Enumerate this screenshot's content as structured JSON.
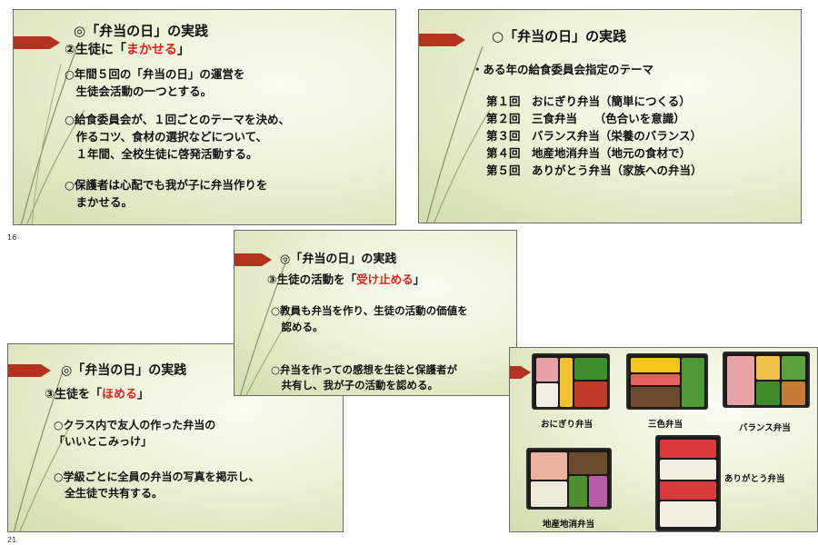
{
  "slide1": {
    "title": "◎「弁当の日」の実践",
    "subtitle_pre": "②生徒に「",
    "subtitle_em": "まかせる",
    "subtitle_post": "」",
    "lines": [
      "○年間５回の「弁当の日」の運営を",
      "　生徒会活動の一つとする。",
      "○給食委員会が、１回ごとのテーマを決め、",
      "　作るコツ、食材の選択などについて、",
      "　１年間、全校生徒に啓発活動する。",
      "○保護者は心配でも我が子に弁当作りを",
      "　まかせる。"
    ]
  },
  "page_num_1": "16",
  "slide2": {
    "title": "○「弁当の日」の実践",
    "intro": "・ある年の給食委員会指定のテーマ",
    "rounds": [
      "第１回　おにぎり弁当（簡単につくる）",
      "第２回　三食弁当　　（色合いを意識）",
      "第３回　バランス弁当（栄養のバランス）",
      "第４回　地産地消弁当（地元の食材で）",
      "第５回　ありがとう弁当（家族への弁当）"
    ]
  },
  "slide3": {
    "title": "◎「弁当の日」の実践",
    "subtitle_pre": "③生徒の活動を「",
    "subtitle_em": "受け止める",
    "subtitle_post": "」",
    "lines": [
      "○教員も弁当を作り、生徒の活動の価値を",
      "　認める。",
      "○弁当を作っての感想を生徒と保護者が",
      "　共有し、我が子の活動を認める。"
    ]
  },
  "slide4": {
    "title": "◎「弁当の日」の実践",
    "subtitle_pre": "③生徒を「",
    "subtitle_em": "ほめる",
    "subtitle_post": "」",
    "lines": [
      "○クラス内で友人の作った弁当の",
      "「いいとこみっけ」",
      "○学級ごとに全員の弁当の写真を掲示し、",
      "　全生徒で共有する。"
    ]
  },
  "page_num_2": "21",
  "slide5": {
    "labels": [
      "おにぎり弁当",
      "三色弁当",
      "バランス弁当",
      "地産地消弁当",
      "ありがとう弁当"
    ]
  },
  "colors": {
    "accent_red": "#e8211a",
    "arrow": "#b3331f",
    "slide_bg": "#eef2d8"
  }
}
